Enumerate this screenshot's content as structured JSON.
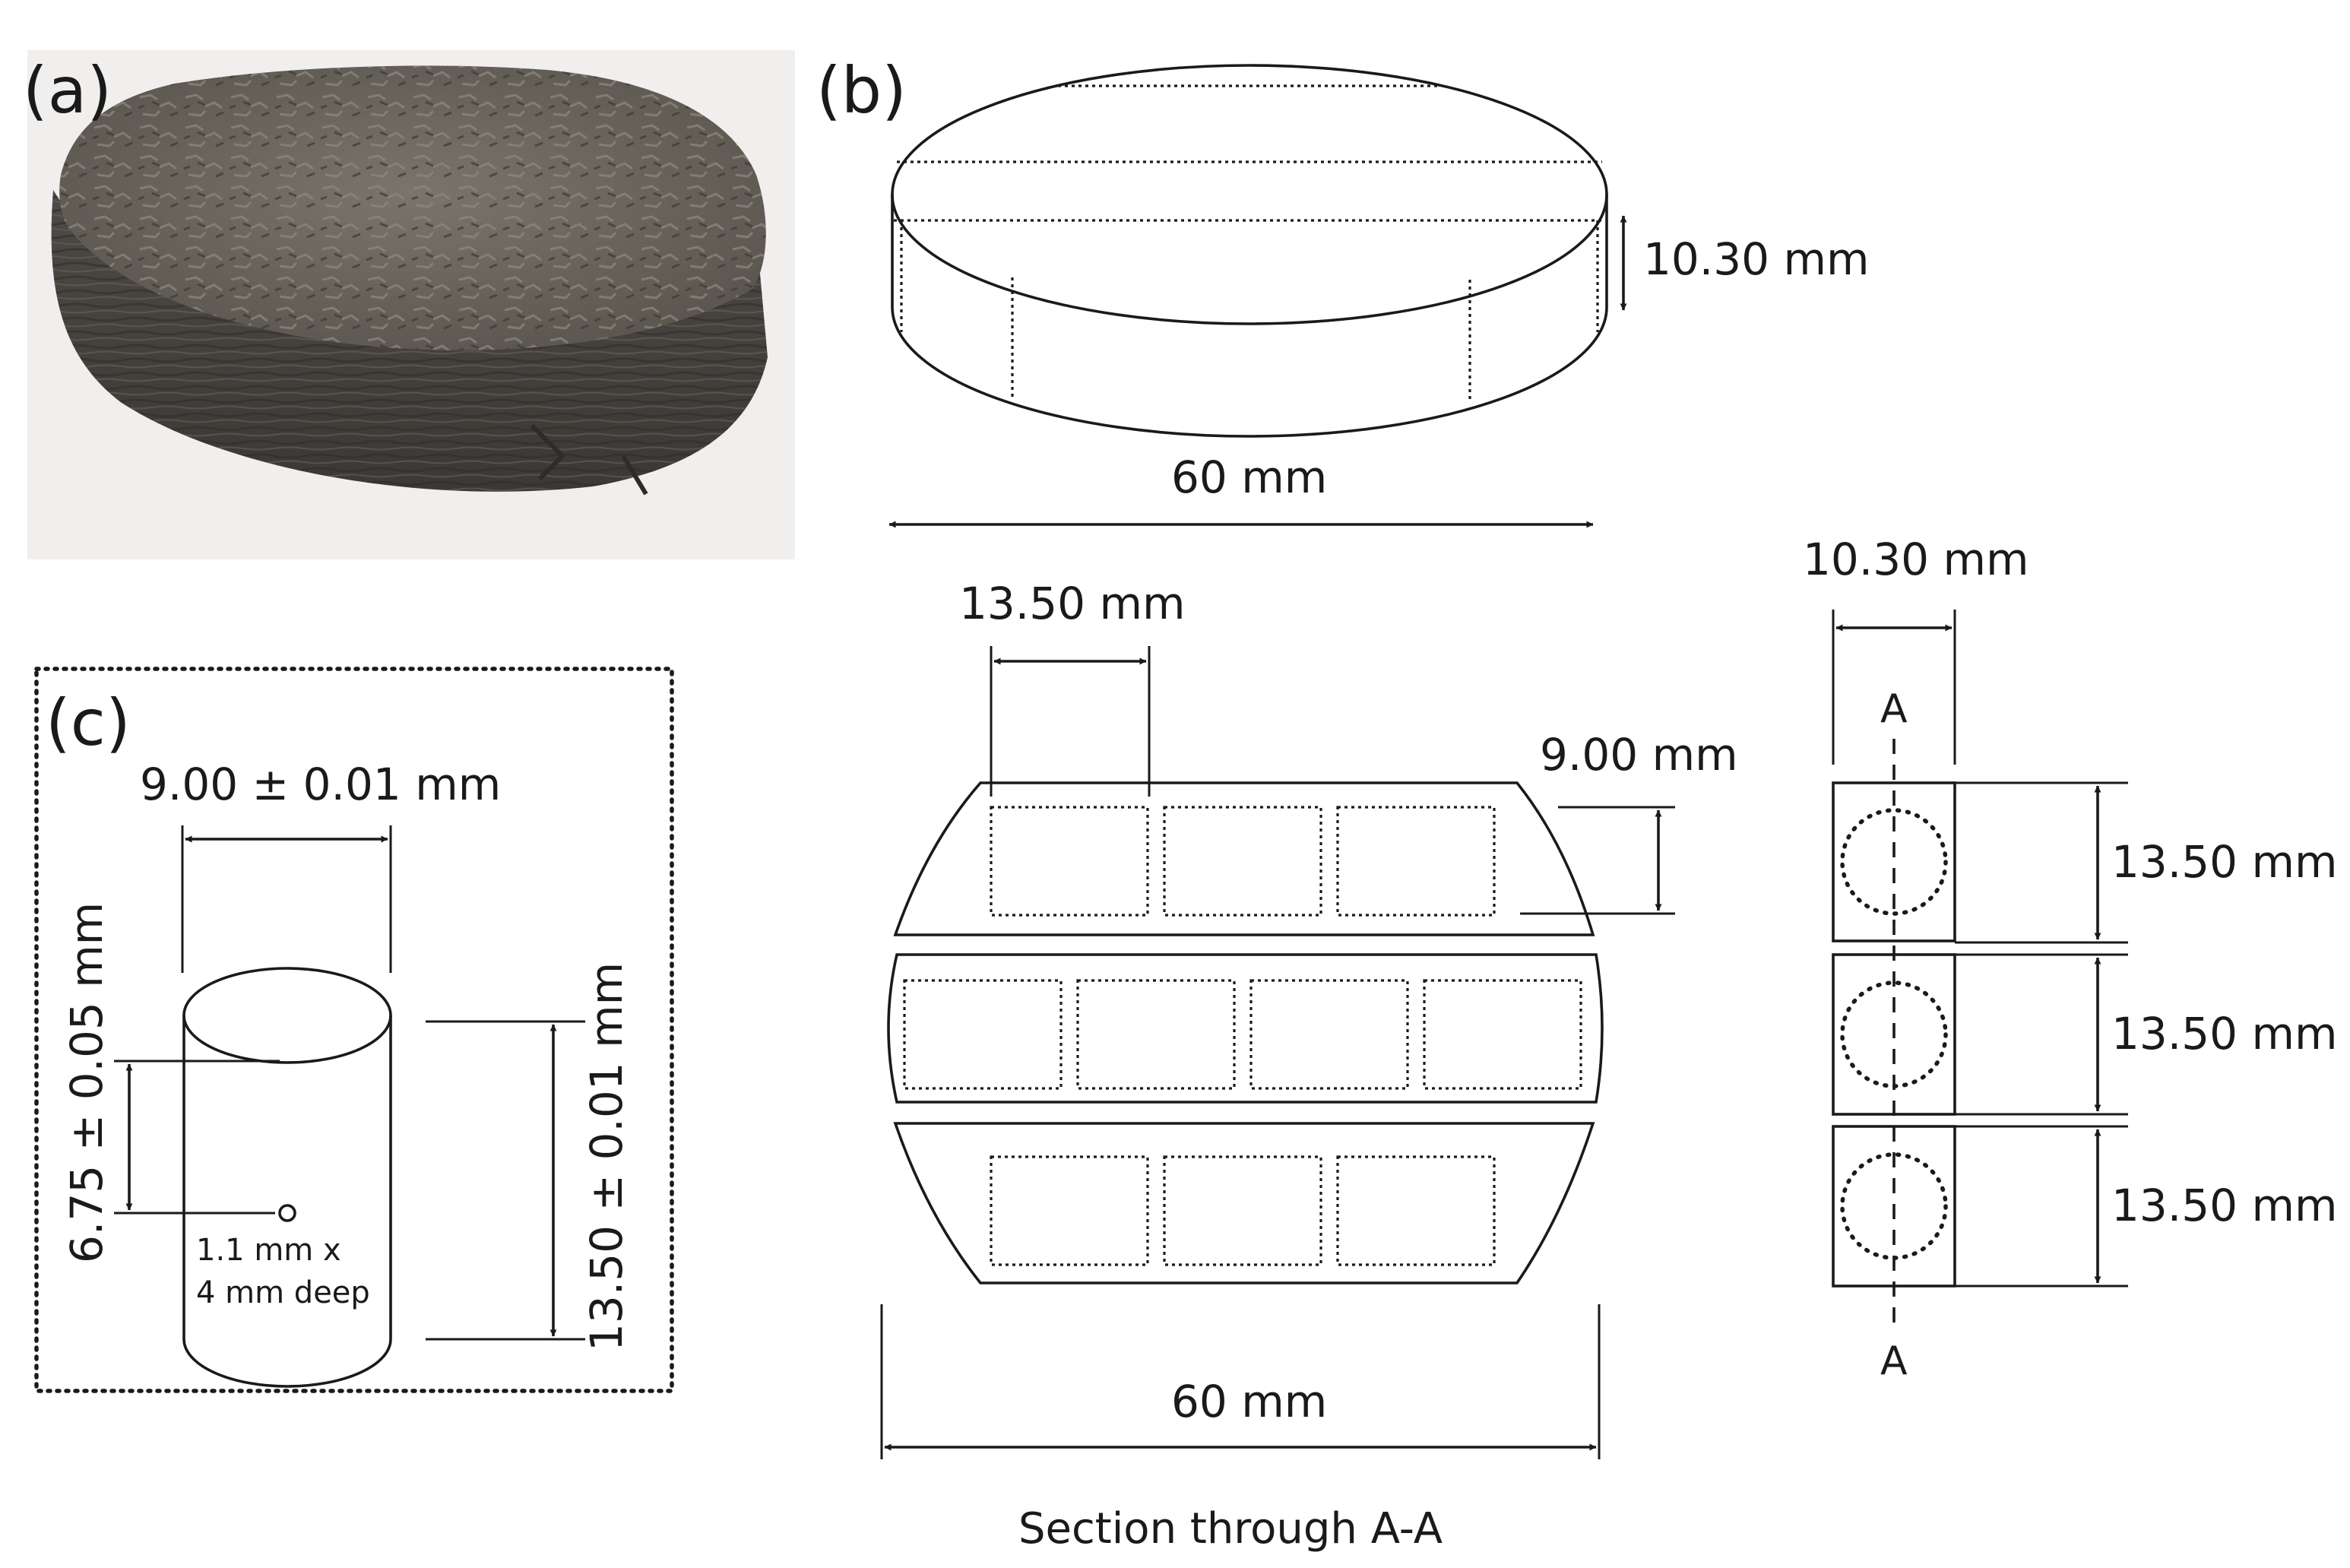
{
  "panels": {
    "a": {
      "label": "(a)"
    },
    "b": {
      "label": "(b)",
      "disc_height": "10.30 mm",
      "disc_diameter": "60 mm",
      "strip_piece_width": "13.50 mm",
      "strip_width": "9.00 mm",
      "section_diameter": "60 mm",
      "side_width": "10.30 mm",
      "side_piece_height_1": "13.50 mm",
      "side_piece_height_2": "13.50 mm",
      "side_piece_height_3": "13.50 mm",
      "section_mark_top": "A",
      "section_mark_bottom": "A",
      "caption": "Section through A-A"
    },
    "c": {
      "label": "(c)",
      "diameter": "9.00 ± 0.01 mm",
      "hole_position": "6.75 ± 0.05 mm",
      "length": "13.50 ± 0.01 mm",
      "hole_size_line1": "1.1 mm x",
      "hole_size_line2": "4 mm deep"
    }
  },
  "colors": {
    "line": "#1a1a1a",
    "background": "#ffffff",
    "sample_surface": "#5f5a52"
  }
}
